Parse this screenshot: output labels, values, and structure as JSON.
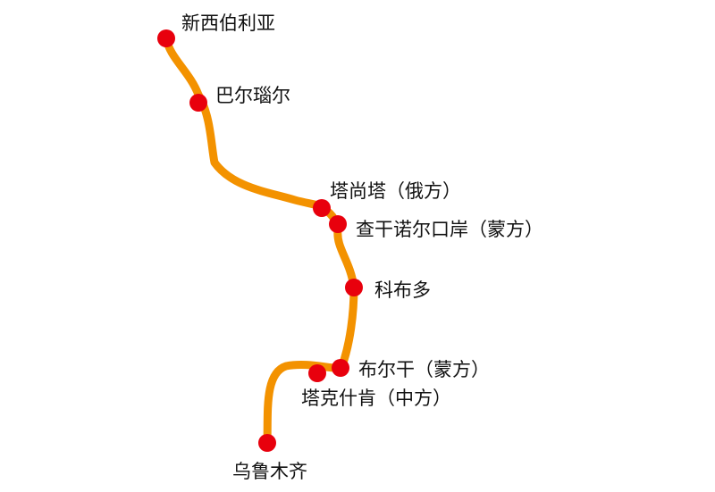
{
  "route": {
    "line_color": "#f39200",
    "stop_color": "#e8000d"
  },
  "stations": [
    {
      "id": "novosibirsk",
      "name": "新西伯利亚"
    },
    {
      "id": "barnaul",
      "name": "巴尔瑙尔"
    },
    {
      "id": "tashanta",
      "name": "塔尚塔（俄方）"
    },
    {
      "id": "tsagaannuur",
      "name": "查干诺尔口岸（蒙方）"
    },
    {
      "id": "khovd",
      "name": "科布多"
    },
    {
      "id": "bulgan",
      "name": "布尔干（蒙方）"
    },
    {
      "id": "takeshiken",
      "name": "塔克什肯（中方）"
    },
    {
      "id": "urumqi",
      "name": "乌鲁木齐"
    }
  ]
}
